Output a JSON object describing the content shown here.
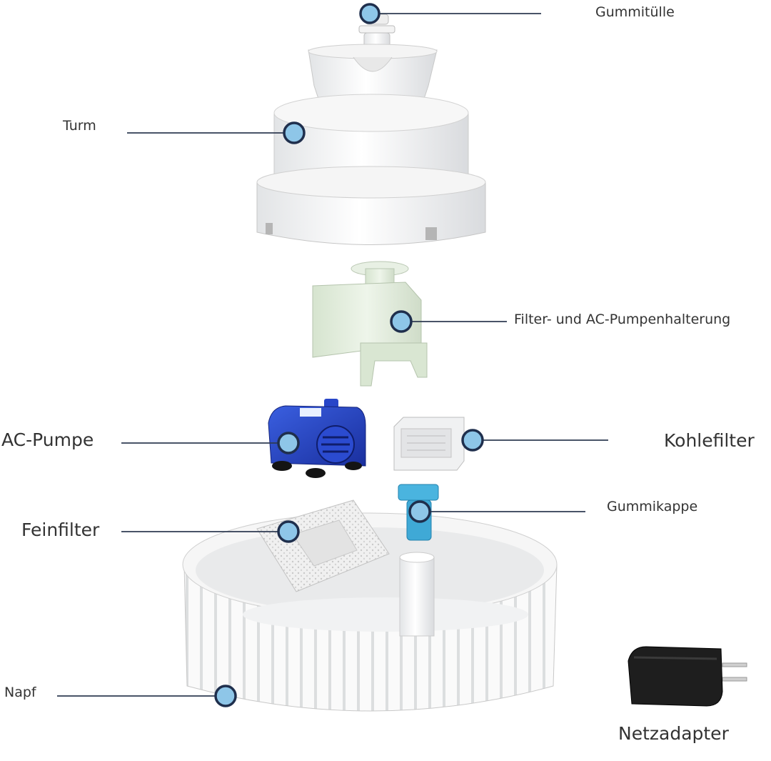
{
  "labels": {
    "gummituelle": "Gummitülle",
    "turm": "Turm",
    "halterung": "Filter- und AC-Pumpenhalterung",
    "ac_pumpe": "AC-Pumpe",
    "kohlefilter": "Kohlefilter",
    "gummikappe": "Gummikappe",
    "feinfilter": "Feinfilter",
    "napf": "Napf",
    "netzadapter": "Netzadapter"
  },
  "colors": {
    "leader_line": "#2f3b52",
    "marker_fill": "#8ec6e8",
    "marker_stroke": "#1f2f4d",
    "pump_blue": "#1f3fbf",
    "holder_green": "#e3eddd",
    "cap_cyan": "#3fa9d6",
    "adapter_black": "#1e1e1e",
    "text": "#333333"
  }
}
